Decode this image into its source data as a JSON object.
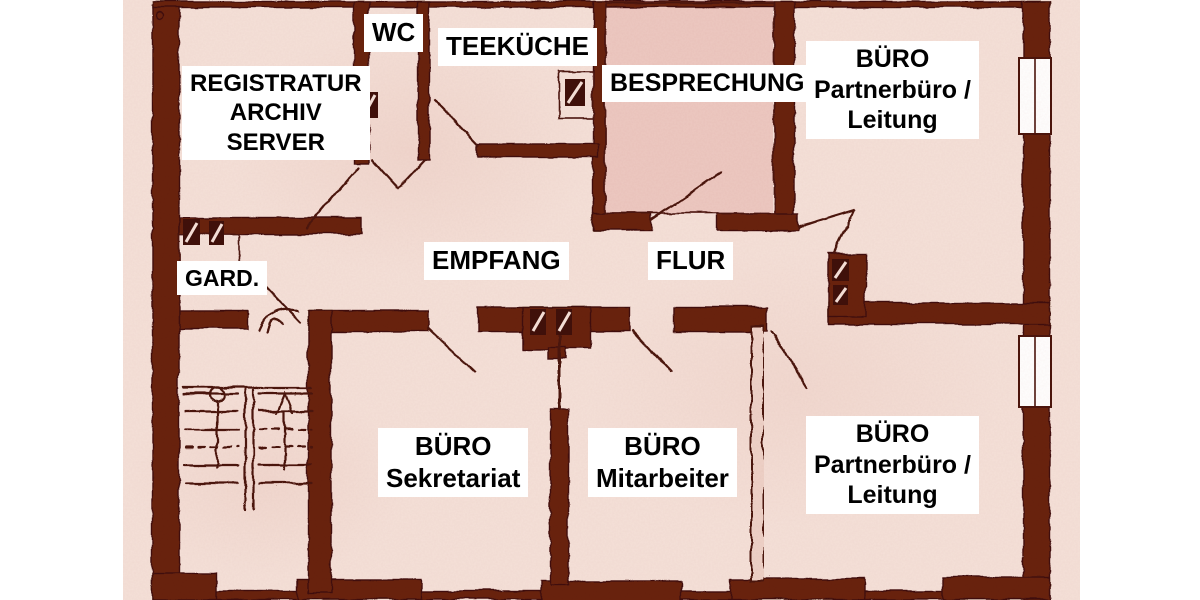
{
  "colors": {
    "page_margin": "#ffffff",
    "paper": "#f5e1d9",
    "wall": "#69230f",
    "wall_dark": "#40100a",
    "wall_light_fill": "#eed2c8",
    "sketch_line": "#4c150c",
    "highlight_room": "#edc9c2",
    "window_fill": "#ffffff",
    "label_bg": "#ffffff",
    "label_text": "#000000"
  },
  "rooms": [
    {
      "id": "registratur-archiv-server",
      "lines": [
        "REGISTRATUR",
        "ARCHIV",
        "SERVER"
      ]
    },
    {
      "id": "wc",
      "lines": [
        "WC"
      ]
    },
    {
      "id": "teekueche",
      "lines": [
        "TEEKÜCHE"
      ]
    },
    {
      "id": "besprechung",
      "lines": [
        "BESPRECHUNG"
      ],
      "highlighted": true
    },
    {
      "id": "buero-partnerbuero-leitung-oben",
      "lines": [
        "BÜRO",
        "Partnerbüro /",
        "Leitung"
      ]
    },
    {
      "id": "garderobe",
      "lines": [
        "GARD."
      ]
    },
    {
      "id": "empfang",
      "lines": [
        "EMPFANG"
      ]
    },
    {
      "id": "flur",
      "lines": [
        "FLUR"
      ]
    },
    {
      "id": "buero-sekretariat",
      "lines": [
        "BÜRO",
        "Sekretariat"
      ]
    },
    {
      "id": "buero-mitarbeiter",
      "lines": [
        "BÜRO",
        "Mitarbeiter"
      ]
    },
    {
      "id": "buero-partnerbuero-leitung-unten",
      "lines": [
        "BÜRO",
        "Partnerbüro /",
        "Leitung"
      ]
    }
  ],
  "features": {
    "staircase": "double-run-stairs-up-arrow",
    "windows": [
      "right-wall-upper-window",
      "right-wall-lower-window"
    ],
    "highlighted_room": "BESPRECHUNG"
  }
}
